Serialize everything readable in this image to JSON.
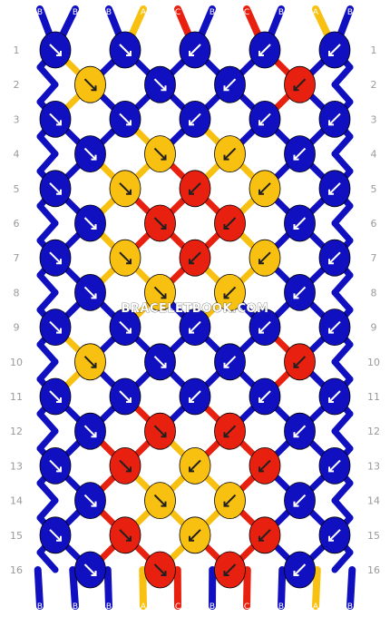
{
  "watermark": "BRACELETBOOK.COM",
  "colors": {
    "B": "#1010c0",
    "A": "#f8c010",
    "C": "#e82010"
  },
  "strands_top": [
    "B",
    "B",
    "B",
    "A",
    "C",
    "B",
    "C",
    "B",
    "A",
    "B"
  ],
  "strands_bottom": [
    "B",
    "B",
    "B",
    "A",
    "C",
    "B",
    "C",
    "B",
    "A",
    "B"
  ],
  "row_numbers": [
    "1",
    "2",
    "3",
    "4",
    "5",
    "6",
    "7",
    "8",
    "9",
    "10",
    "11",
    "12",
    "13",
    "14",
    "15",
    "16"
  ],
  "knot_rows": [
    [
      {
        "c": "B",
        "d": "se"
      },
      {
        "c": "B",
        "d": "se"
      },
      {
        "c": "B",
        "d": "sw"
      },
      {
        "c": "B",
        "d": "sw"
      },
      {
        "c": "B",
        "d": "sw"
      }
    ],
    [
      {
        "c": "A",
        "d": "se"
      },
      {
        "c": "B",
        "d": "se"
      },
      {
        "c": "B",
        "d": "sw"
      },
      {
        "c": "C",
        "d": "sw"
      }
    ],
    [
      {
        "c": "B",
        "d": "se"
      },
      {
        "c": "B",
        "d": "se"
      },
      {
        "c": "B",
        "d": "sw"
      },
      {
        "c": "B",
        "d": "sw"
      },
      {
        "c": "B",
        "d": "sw"
      }
    ],
    [
      {
        "c": "B",
        "d": "se"
      },
      {
        "c": "A",
        "d": "se"
      },
      {
        "c": "A",
        "d": "sw"
      },
      {
        "c": "B",
        "d": "sw"
      }
    ],
    [
      {
        "c": "B",
        "d": "se"
      },
      {
        "c": "A",
        "d": "se"
      },
      {
        "c": "C",
        "d": "sw"
      },
      {
        "c": "A",
        "d": "sw"
      },
      {
        "c": "B",
        "d": "sw"
      }
    ],
    [
      {
        "c": "B",
        "d": "se"
      },
      {
        "c": "C",
        "d": "se"
      },
      {
        "c": "C",
        "d": "sw"
      },
      {
        "c": "B",
        "d": "sw"
      }
    ],
    [
      {
        "c": "B",
        "d": "se"
      },
      {
        "c": "A",
        "d": "se"
      },
      {
        "c": "C",
        "d": "sw"
      },
      {
        "c": "A",
        "d": "sw"
      },
      {
        "c": "B",
        "d": "sw"
      }
    ],
    [
      {
        "c": "B",
        "d": "se"
      },
      {
        "c": "A",
        "d": "se"
      },
      {
        "c": "A",
        "d": "sw"
      },
      {
        "c": "B",
        "d": "sw"
      }
    ],
    [
      {
        "c": "B",
        "d": "se"
      },
      {
        "c": "B",
        "d": "se"
      },
      {
        "c": "B",
        "d": "sw"
      },
      {
        "c": "B",
        "d": "sw"
      },
      {
        "c": "B",
        "d": "sw"
      }
    ],
    [
      {
        "c": "A",
        "d": "se"
      },
      {
        "c": "B",
        "d": "se"
      },
      {
        "c": "B",
        "d": "sw"
      },
      {
        "c": "C",
        "d": "sw"
      }
    ],
    [
      {
        "c": "B",
        "d": "se"
      },
      {
        "c": "B",
        "d": "se"
      },
      {
        "c": "B",
        "d": "sw"
      },
      {
        "c": "B",
        "d": "sw"
      },
      {
        "c": "B",
        "d": "sw"
      }
    ],
    [
      {
        "c": "B",
        "d": "se"
      },
      {
        "c": "C",
        "d": "se"
      },
      {
        "c": "C",
        "d": "sw"
      },
      {
        "c": "B",
        "d": "sw"
      }
    ],
    [
      {
        "c": "B",
        "d": "se"
      },
      {
        "c": "C",
        "d": "se"
      },
      {
        "c": "A",
        "d": "sw"
      },
      {
        "c": "C",
        "d": "sw"
      },
      {
        "c": "B",
        "d": "sw"
      }
    ],
    [
      {
        "c": "B",
        "d": "se"
      },
      {
        "c": "A",
        "d": "se"
      },
      {
        "c": "A",
        "d": "sw"
      },
      {
        "c": "B",
        "d": "sw"
      }
    ],
    [
      {
        "c": "B",
        "d": "se"
      },
      {
        "c": "C",
        "d": "se"
      },
      {
        "c": "A",
        "d": "sw"
      },
      {
        "c": "C",
        "d": "sw"
      },
      {
        "c": "B",
        "d": "sw"
      }
    ],
    [
      {
        "c": "B",
        "d": "se"
      },
      {
        "c": "C",
        "d": "se"
      },
      {
        "c": "C",
        "d": "sw"
      },
      {
        "c": "B",
        "d": "sw"
      }
    ]
  ]
}
